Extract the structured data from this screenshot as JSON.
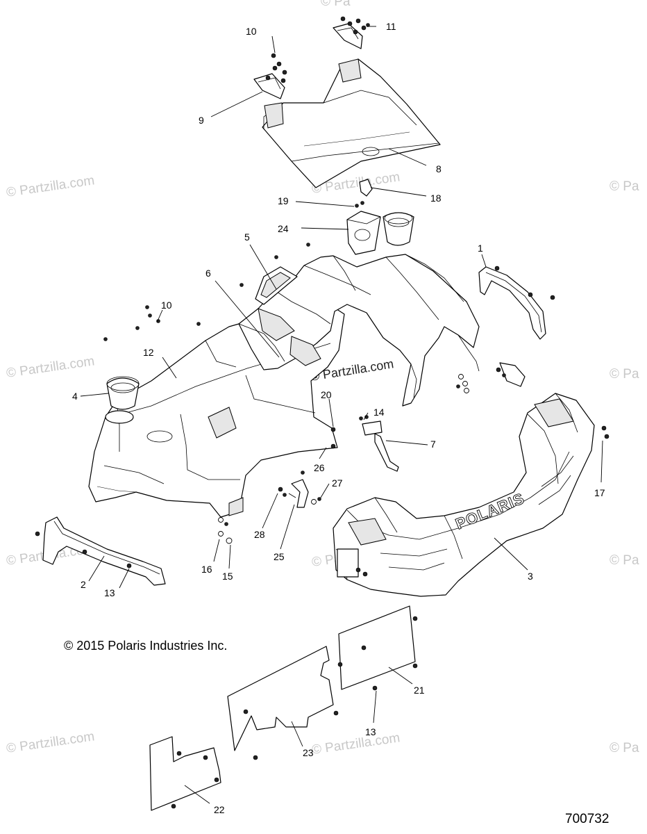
{
  "watermarks": {
    "text": "© Partzilla.com",
    "edge": "© Pa",
    "center": "© Partzilla.com"
  },
  "callouts": {
    "c1": "1",
    "c2": "2",
    "c3": "3",
    "c4": "4",
    "c5": "5",
    "c6": "6",
    "c7": "7",
    "c8": "8",
    "c9": "9",
    "c10a": "10",
    "c10b": "10",
    "c11": "11",
    "c12": "12",
    "c13a": "13",
    "c13b": "13",
    "c14": "14",
    "c15": "15",
    "c16": "16",
    "c17": "17",
    "c18": "18",
    "c19": "19",
    "c20": "20",
    "c21": "21",
    "c22": "22",
    "c23": "23",
    "c24": "24",
    "c25": "25",
    "c26": "26",
    "c27": "27",
    "c28": "28"
  },
  "brand_mark": "POLARIS",
  "copyright": "© 2015 Polaris Industries Inc.",
  "drawing_number": "700732"
}
